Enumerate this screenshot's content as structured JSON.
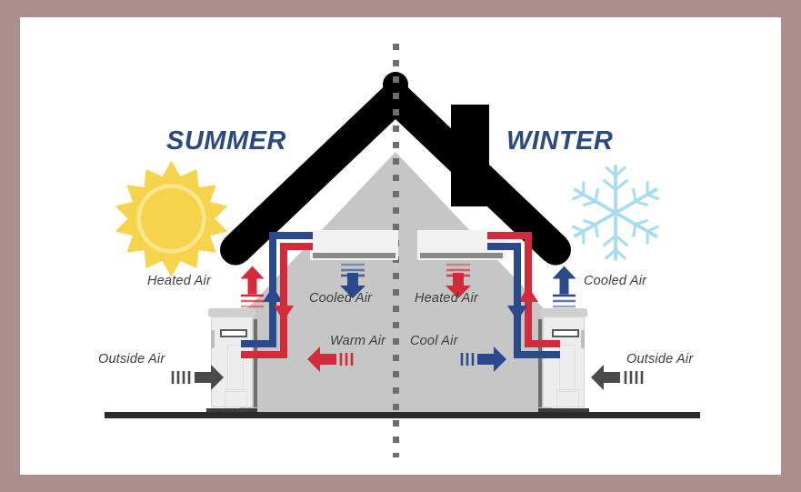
{
  "diagram": {
    "title_summer": "SUMMER",
    "title_winter": "WINTER",
    "frame_color": "#ad8e8e",
    "heading_color": "#2b4a7d",
    "hot_color": "#d32a3c",
    "cold_color": "#2b4a8c",
    "neutral_color": "#4a4a4a",
    "house_color": "#c6c6c6",
    "roof_color": "#000000",
    "sun_color": "#f5d44c",
    "snowflake_color": "#a6dcef"
  },
  "icons": {
    "sun": "sun-icon",
    "snowflake": "snowflake-icon",
    "chimney": "chimney-shape",
    "roof": "roof-shape"
  },
  "summer": {
    "outdoor_top_label": "Heated Air",
    "outdoor_side_label": "Outside Air",
    "indoor_supply_label": "Cooled Air",
    "indoor_return_label": "Warm Air"
  },
  "winter": {
    "outdoor_top_label": "Cooled Air",
    "outdoor_side_label": "Outside Air",
    "indoor_supply_label": "Heated Air",
    "indoor_return_label": "Cool Air"
  }
}
